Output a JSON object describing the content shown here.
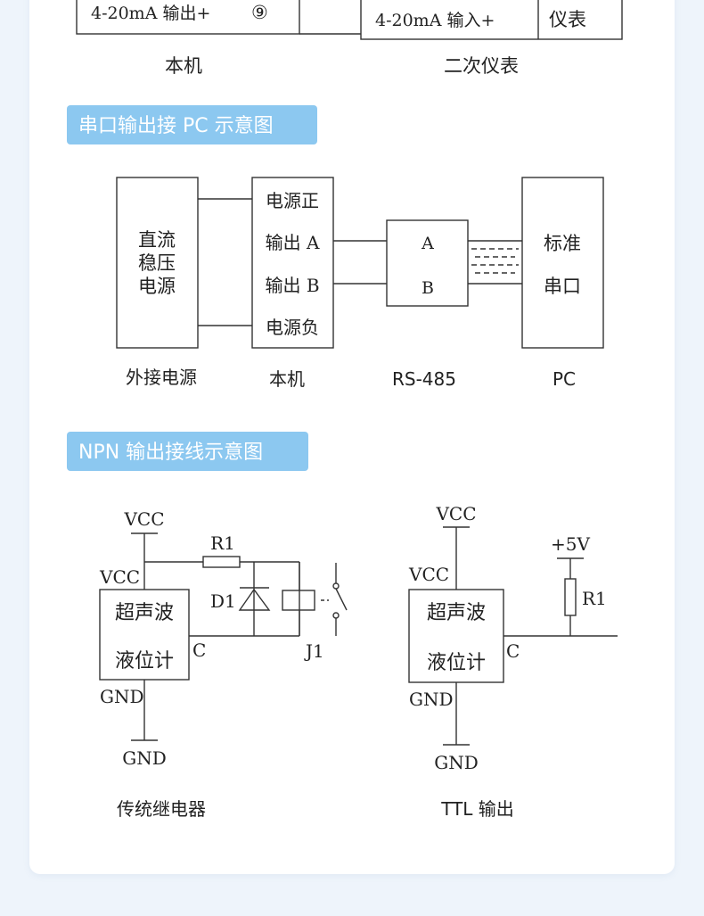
{
  "top_section": {
    "local_terminal": "4-20mA 输出+",
    "local_terminal_num": "⑨",
    "meter_terminal": "4-20mA 输入+",
    "meter_cell": "仪表",
    "label_local": "本机",
    "label_meter": "二次仪表"
  },
  "serial_section": {
    "badge": "串口输出接 PC 示意图",
    "psu_text": [
      "直流",
      "稳压",
      "电源"
    ],
    "device_rows": [
      "电源正",
      "输出 A",
      "输出 B",
      "电源负"
    ],
    "converter_a": "A",
    "converter_b": "B",
    "pc_text": [
      "标准",
      "串口"
    ],
    "caption_psu": "外接电源",
    "caption_device": "本机",
    "caption_converter": "RS-485",
    "caption_pc": "PC"
  },
  "npn_section": {
    "badge": "NPN 输出接线示意图",
    "relay": {
      "vcc_top": "VCC",
      "vcc_side": "VCC",
      "r1": "R1",
      "d1": "D1",
      "j1": "J1",
      "c": "C",
      "gnd_side": "GND",
      "gnd_bottom": "GND",
      "device_line1": "超声波",
      "device_line2": "液位计",
      "caption": "传统继电器"
    },
    "ttl": {
      "vcc_top": "VCC",
      "vcc_side": "VCC",
      "plus5v": "+5V",
      "r1": "R1",
      "c": "C",
      "gnd_side": "GND",
      "gnd_bottom": "GND",
      "device_line1": "超声波",
      "device_line2": "液位计",
      "caption": "TTL 输出"
    }
  },
  "colors": {
    "badge_bg": "#8cc8f0",
    "badge_text": "#ffffff",
    "line": "#333333",
    "page_bg": "#eef4fb"
  }
}
